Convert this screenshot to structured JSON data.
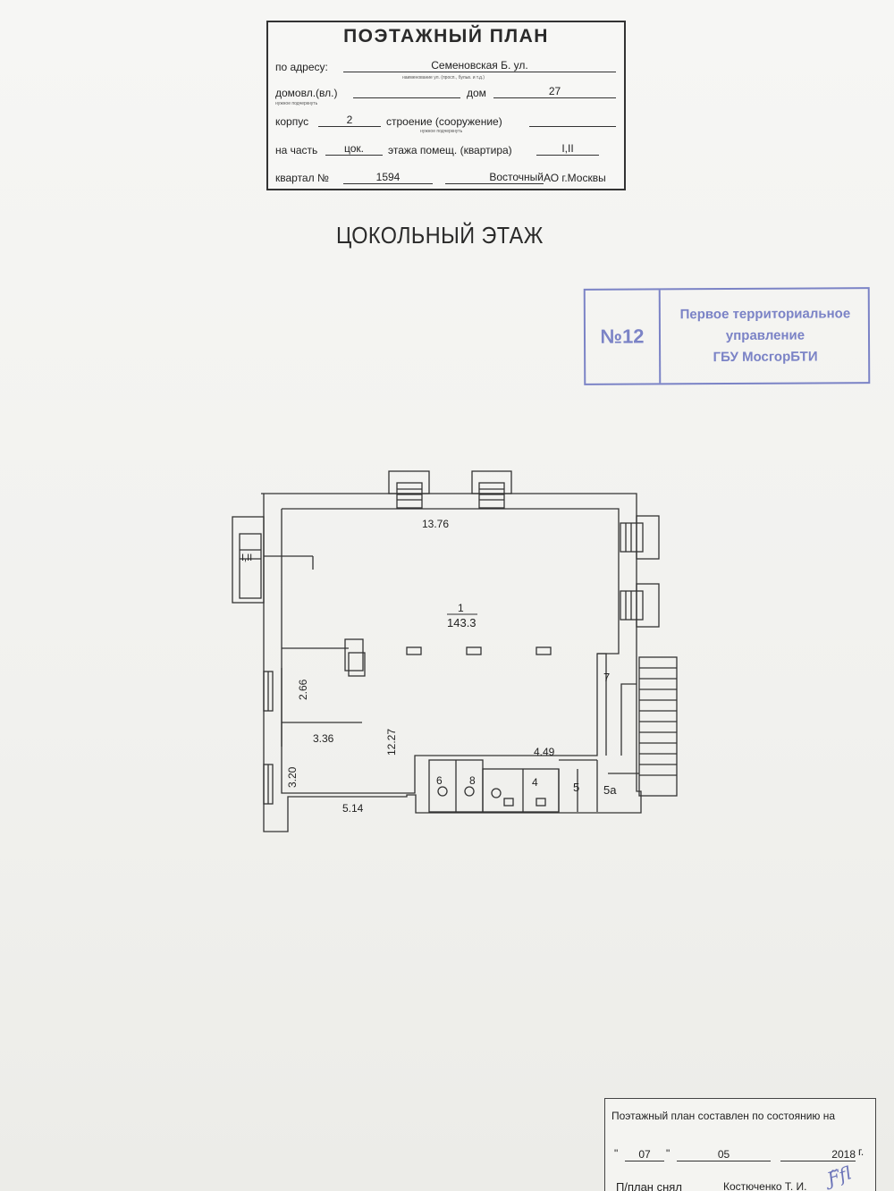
{
  "header": {
    "title": "ПОЭТАЖНЫЙ ПЛАН",
    "address_label": "по адресу:",
    "address_value": "Семеновская Б. ул.",
    "address_hint": "наименование ул. (просп., бульв. и т.д.)",
    "domovl_label": "домовл.(вл.)",
    "domovl_hint": "нужное подчеркнуть",
    "dom_label": "дом",
    "dom_value": "27",
    "korpus_label": "корпус",
    "korpus_value": "2",
    "stroenie_label": "строение (сооружение)",
    "stroenie_hint": "нужное подчеркнуть",
    "nachast_label": "на часть",
    "nachast_value": "цок.",
    "etazha_label": "этажа помещ. (квартира)",
    "etazha_value": "I,II",
    "kvartal_label": "квартал №",
    "kvartal_value": "1594",
    "district_value": "Восточный",
    "district_suffix": "АО г.Москвы"
  },
  "floor_title": "ЦОКОЛЬНЫЙ ЭТАЖ",
  "stamp": {
    "number": "№12",
    "line1": "Первое территориальное",
    "line2": "управление",
    "line3": "ГБУ МосгорБТИ"
  },
  "plan": {
    "room_main_number": "1",
    "room_main_area": "143.3",
    "dim_top": "13.76",
    "dim_vertical_main": "12.27",
    "dim_266": "2.66",
    "dim_336": "3.36",
    "dim_320": "3.20",
    "dim_514": "5.14",
    "dim_449": "4.49",
    "room_6": "6",
    "room_8": "8",
    "room_4": "4",
    "room_5": "5",
    "room_5a": "5а",
    "room_7": "7",
    "entrance_label": "I,II"
  },
  "footer": {
    "line1": "Поэтажный план составлен по состоянию на",
    "day": "07",
    "month": "05",
    "year": "2018",
    "year_suffix": "г.",
    "quote_open": "\"",
    "quote_close": "\"",
    "surveyed_label": "П/план снял",
    "surveyed_name": "Костюченко Т. И."
  },
  "colors": {
    "stamp": "#7b83c6",
    "ink": "#222222"
  }
}
